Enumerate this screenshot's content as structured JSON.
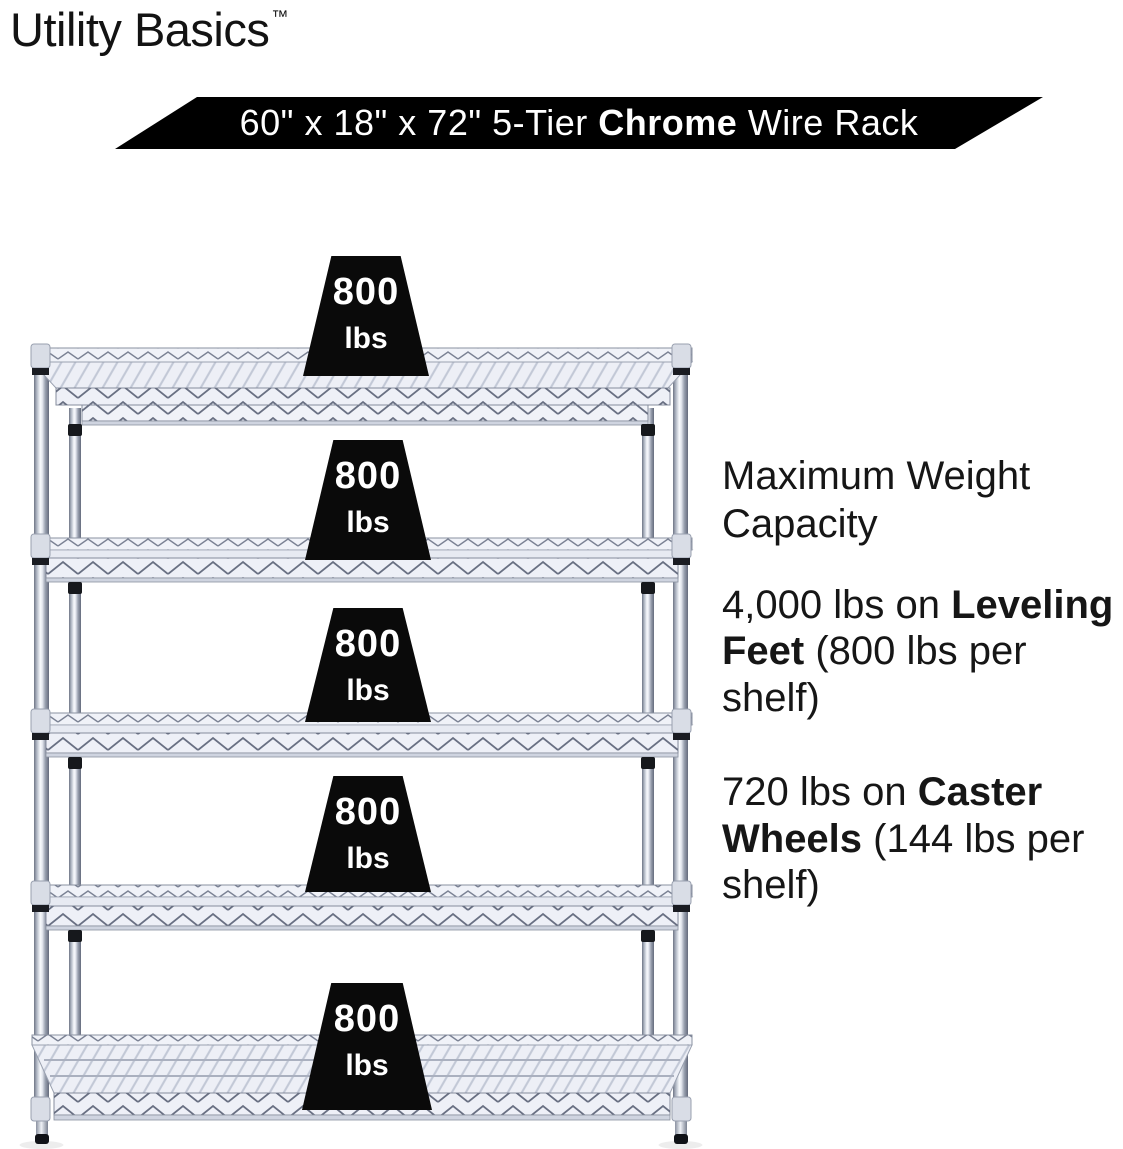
{
  "brand": {
    "name": "Utility Basics",
    "trademark": "™"
  },
  "banner": {
    "text_prefix": "60\" x 18\" x 72\" 5-Tier ",
    "text_bold": "Chrome",
    "text_suffix": " Wire Rack",
    "bg_color": "#000000",
    "text_color": "#ffffff"
  },
  "rack": {
    "tiers": 5,
    "shelf_weights": [
      {
        "value": "800",
        "unit": "lbs"
      },
      {
        "value": "800",
        "unit": "lbs"
      },
      {
        "value": "800",
        "unit": "lbs"
      },
      {
        "value": "800",
        "unit": "lbs"
      },
      {
        "value": "800",
        "unit": "lbs"
      }
    ]
  },
  "capacity_info": {
    "heading_line1": "Maximum Weight",
    "heading_line2": "Capacity",
    "leveling": {
      "line1_regular": "4,000 lbs on ",
      "line1_bold": "Leveling",
      "line2_bold": "Feet",
      "line2_regular": " (800 lbs per",
      "line3_regular": "shelf)"
    },
    "caster": {
      "line1_regular": "720 lbs on ",
      "line1_bold": "Caster",
      "line2_bold": "Wheels",
      "line2_regular": " (144 lbs per",
      "line3_regular": "shelf)"
    }
  },
  "colors": {
    "background": "#ffffff",
    "text": "#161616",
    "weight_block_bg": "#0a0a0a",
    "weight_block_text": "#ffffff",
    "chrome_highlight": "#f8fafd",
    "chrome_mid": "#c7ccd8",
    "chrome_shadow": "#6e7585"
  }
}
